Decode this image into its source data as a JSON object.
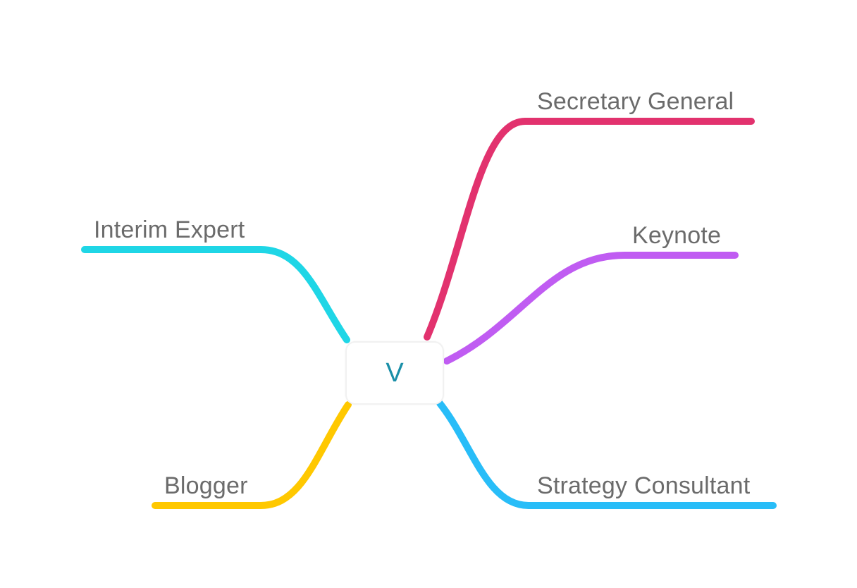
{
  "central": {
    "label": "V"
  },
  "branches": [
    {
      "id": "secretary-general",
      "label": "Secretary General",
      "color": "#e2326e"
    },
    {
      "id": "keynote",
      "label": "Keynote",
      "color": "#c05cf2"
    },
    {
      "id": "strategy-consultant",
      "label": "Strategy Consultant",
      "color": "#28bdf8"
    },
    {
      "id": "interim-expert",
      "label": "Interim Expert",
      "color": "#1fd6e6"
    },
    {
      "id": "blogger",
      "label": "Blogger",
      "color": "#ffc800"
    }
  ]
}
